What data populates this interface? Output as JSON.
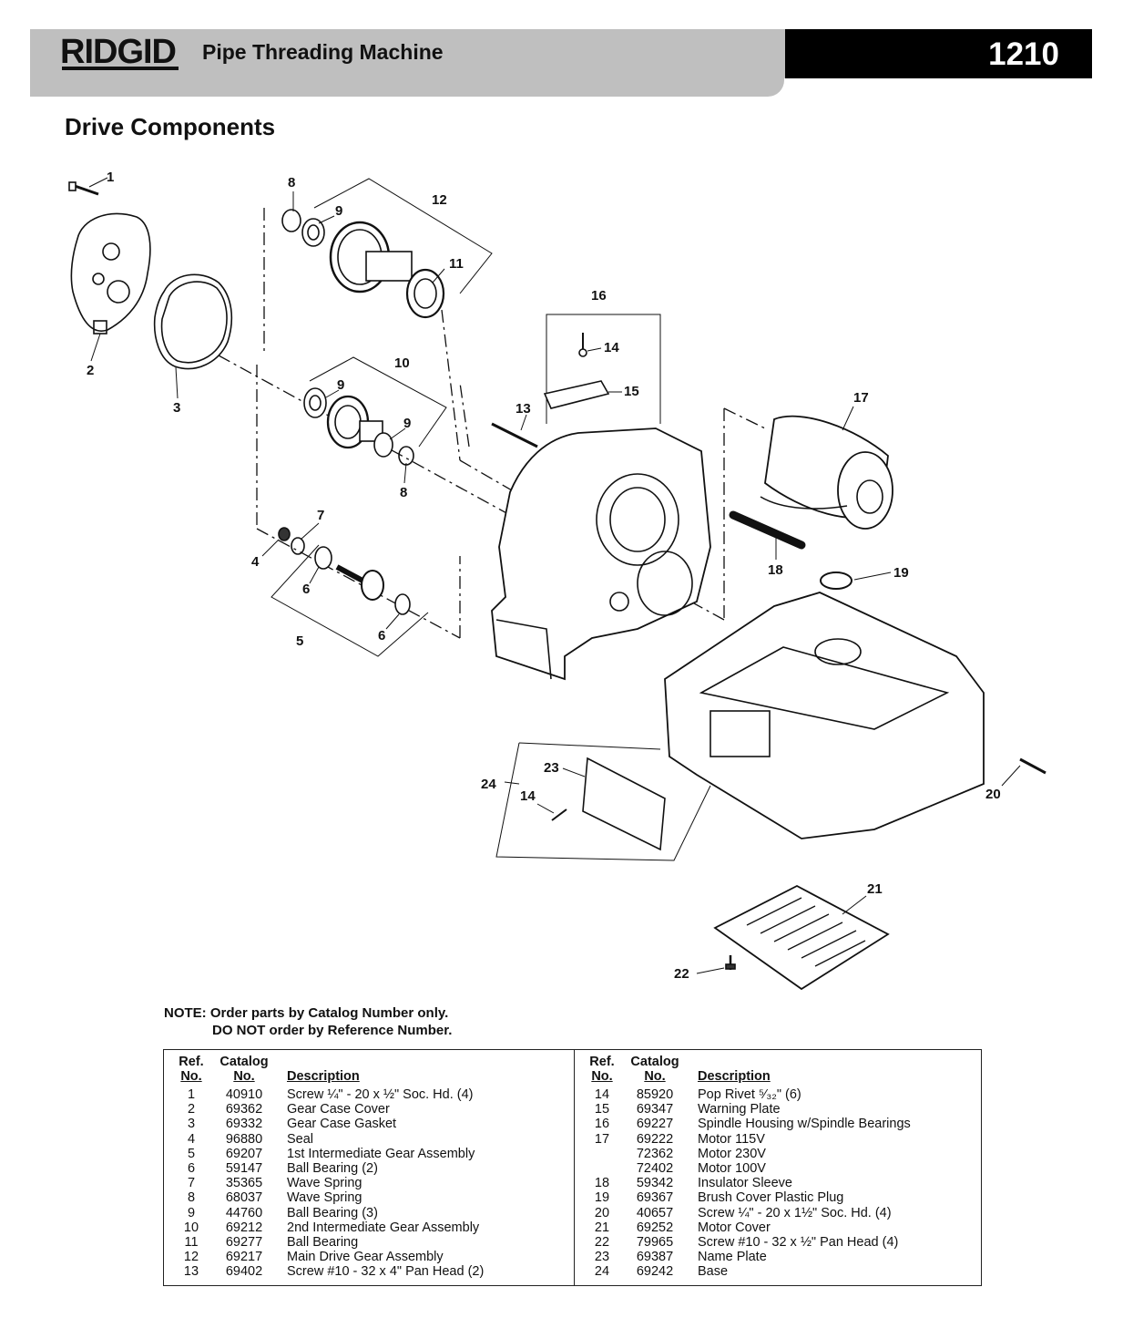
{
  "header": {
    "brand": "RIDGID",
    "machine": "Pipe Threading Machine",
    "model": "1210"
  },
  "section_title": "Drive Components",
  "diagram": {
    "callouts": [
      "1",
      "2",
      "3",
      "8",
      "9",
      "12",
      "11",
      "10",
      "9",
      "9",
      "8",
      "7",
      "4",
      "6",
      "5",
      "6",
      "16",
      "14",
      "15",
      "13",
      "17",
      "18",
      "19",
      "20",
      "24",
      "23",
      "14",
      "21",
      "22"
    ]
  },
  "note": {
    "line1": "NOTE: Order parts by Catalog Number only.",
    "line2": "DO NOT order by Reference Number."
  },
  "table": {
    "headers": {
      "ref_top": "Ref.",
      "ref_bottom": "No.",
      "cat_top": "Catalog",
      "cat_bottom": "No.",
      "desc": "Description"
    },
    "left": [
      {
        "ref": "1",
        "cat": "40910",
        "desc": "Screw ¼\" - 20 x ½\" Soc. Hd. (4)"
      },
      {
        "ref": "2",
        "cat": "69362",
        "desc": "Gear Case Cover"
      },
      {
        "ref": "3",
        "cat": "69332",
        "desc": "Gear Case Gasket"
      },
      {
        "ref": "4",
        "cat": "96880",
        "desc": "Seal"
      },
      {
        "ref": "5",
        "cat": "69207",
        "desc": "1st Intermediate Gear Assembly"
      },
      {
        "ref": "6",
        "cat": "59147",
        "desc": "Ball Bearing (2)"
      },
      {
        "ref": "7",
        "cat": "35365",
        "desc": "Wave Spring"
      },
      {
        "ref": "8",
        "cat": "68037",
        "desc": "Wave Spring"
      },
      {
        "ref": "9",
        "cat": "44760",
        "desc": "Ball Bearing (3)"
      },
      {
        "ref": "10",
        "cat": "69212",
        "desc": "2nd Intermediate Gear Assembly"
      },
      {
        "ref": "11",
        "cat": "69277",
        "desc": "Ball Bearing"
      },
      {
        "ref": "12",
        "cat": "69217",
        "desc": "Main Drive Gear Assembly"
      },
      {
        "ref": "13",
        "cat": "69402",
        "desc": "Screw #10 - 32 x 4\" Pan Head (2)"
      }
    ],
    "right": [
      {
        "ref": "14",
        "cat": "85920",
        "desc": "Pop Rivet ⁵⁄₃₂\" (6)"
      },
      {
        "ref": "15",
        "cat": "69347",
        "desc": "Warning Plate"
      },
      {
        "ref": "16",
        "cat": "69227",
        "desc": "Spindle Housing w/Spindle Bearings"
      },
      {
        "ref": "17",
        "cat": "69222",
        "desc": "Motor 115V"
      },
      {
        "ref": "",
        "cat": "72362",
        "desc": "Motor 230V"
      },
      {
        "ref": "",
        "cat": "72402",
        "desc": "Motor 100V"
      },
      {
        "ref": "18",
        "cat": "59342",
        "desc": "Insulator Sleeve"
      },
      {
        "ref": "19",
        "cat": "69367",
        "desc": "Brush Cover Plastic Plug"
      },
      {
        "ref": "20",
        "cat": "40657",
        "desc": "Screw ¼\" - 20 x 1½\" Soc. Hd. (4)"
      },
      {
        "ref": "21",
        "cat": "69252",
        "desc": "Motor Cover"
      },
      {
        "ref": "22",
        "cat": "79965",
        "desc": "Screw #10 - 32 x ½\" Pan Head (4)"
      },
      {
        "ref": "23",
        "cat": "69387",
        "desc": "Name Plate"
      },
      {
        "ref": "24",
        "cat": "69242",
        "desc": "Base"
      }
    ]
  }
}
